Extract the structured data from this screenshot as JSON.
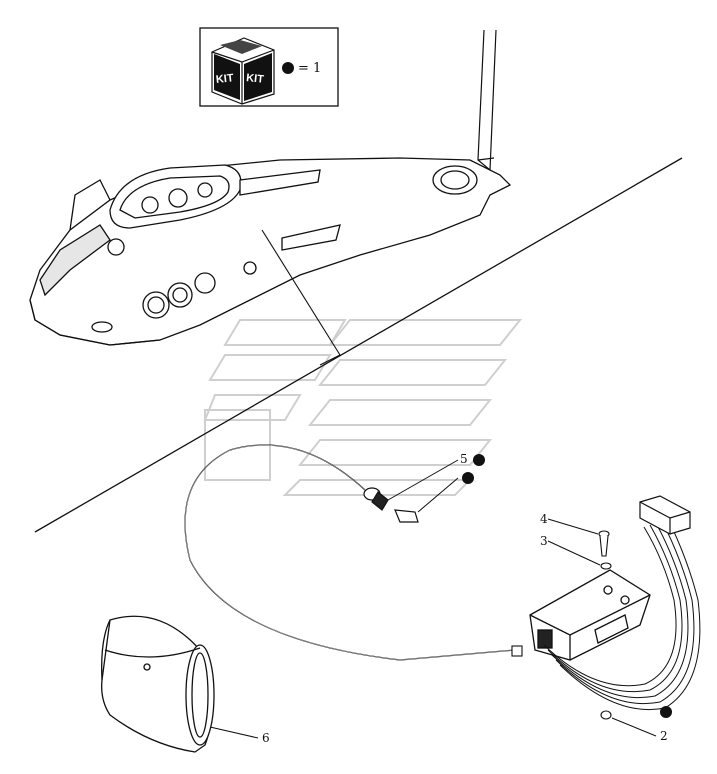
{
  "kit_box": {
    "icon_label_left": "KIT",
    "icon_label_right": "KIT",
    "legend_text": "= 1"
  },
  "callouts": [
    {
      "id": "5",
      "label": "5",
      "kit_marker": true
    },
    {
      "id": "5b",
      "label": "",
      "kit_marker": true
    },
    {
      "id": "4",
      "label": "4",
      "kit_marker": false
    },
    {
      "id": "3",
      "label": "3",
      "kit_marker": false
    },
    {
      "id": "2",
      "label": "2",
      "kit_marker": true
    },
    {
      "id": "6",
      "label": "6",
      "kit_marker": false
    }
  ],
  "colors": {
    "line": "#111111",
    "watermark": "#d9d9d9",
    "kit_dot": "#111111"
  }
}
